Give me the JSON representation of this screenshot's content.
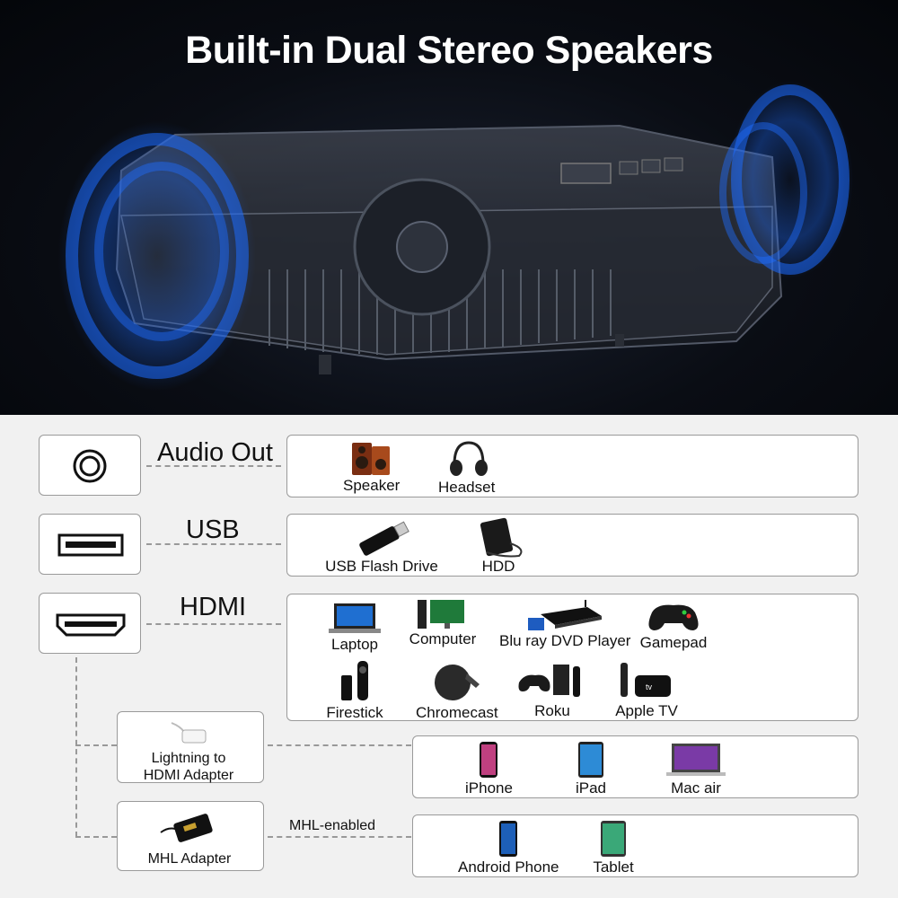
{
  "hero": {
    "title": "Built-in Dual Stereo Speakers"
  },
  "ports": {
    "audio": {
      "label": "Audio Out",
      "devices": [
        "Speaker",
        "Headset"
      ]
    },
    "usb": {
      "label": "USB",
      "devices": [
        "USB Flash Drive",
        "HDD"
      ]
    },
    "hdmi": {
      "label": "HDMI",
      "devices_row1": [
        "Laptop",
        "Computer",
        "Blu ray DVD Player",
        "Gamepad"
      ],
      "devices_row2": [
        "Firestick",
        "Chromecast",
        "Roku",
        "Apple TV"
      ]
    }
  },
  "adapters": {
    "lightning": {
      "label_line1": "Lightning to",
      "label_line2": "HDMI Adapter",
      "devices": [
        "iPhone",
        "iPad",
        "Mac air"
      ]
    },
    "mhl": {
      "label": "MHL Adapter",
      "connector_label": "MHL-enabled",
      "devices": [
        "Android Phone",
        "Tablet"
      ]
    }
  },
  "colors": {
    "speaker_glow": "#1e6cff",
    "panel_border": "#9a9a9a",
    "dash": "#999999"
  }
}
